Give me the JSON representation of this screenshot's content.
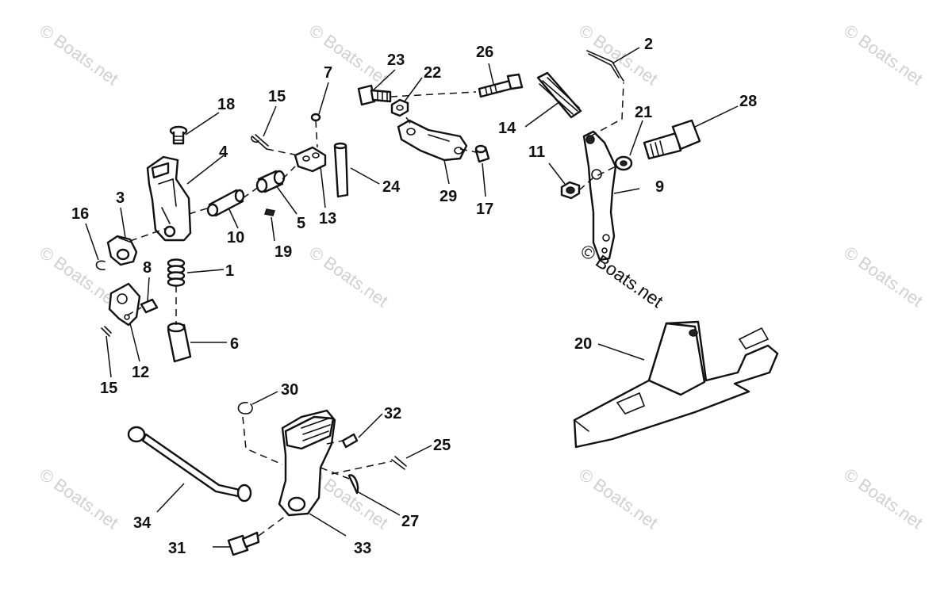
{
  "watermark": {
    "text": "© Boats.net",
    "color": "#cfcfcf"
  },
  "center_mark": "© Boats.net",
  "callouts": {
    "c1": "1",
    "c2": "2",
    "c3": "3",
    "c4": "4",
    "c5": "5",
    "c6": "6",
    "c7": "7",
    "c8": "8",
    "c9": "9",
    "c10": "10",
    "c11": "11",
    "c12": "12",
    "c13": "13",
    "c14": "14",
    "c15a": "15",
    "c15b": "15",
    "c16": "16",
    "c17": "17",
    "c18": "18",
    "c19": "19",
    "c20": "20",
    "c21": "21",
    "c22": "22",
    "c23": "23",
    "c24": "24",
    "c25": "25",
    "c26": "26",
    "c27": "27",
    "c28": "28",
    "c29": "29",
    "c30": "30",
    "c31": "31",
    "c32": "32",
    "c33": "33",
    "c34": "34"
  }
}
